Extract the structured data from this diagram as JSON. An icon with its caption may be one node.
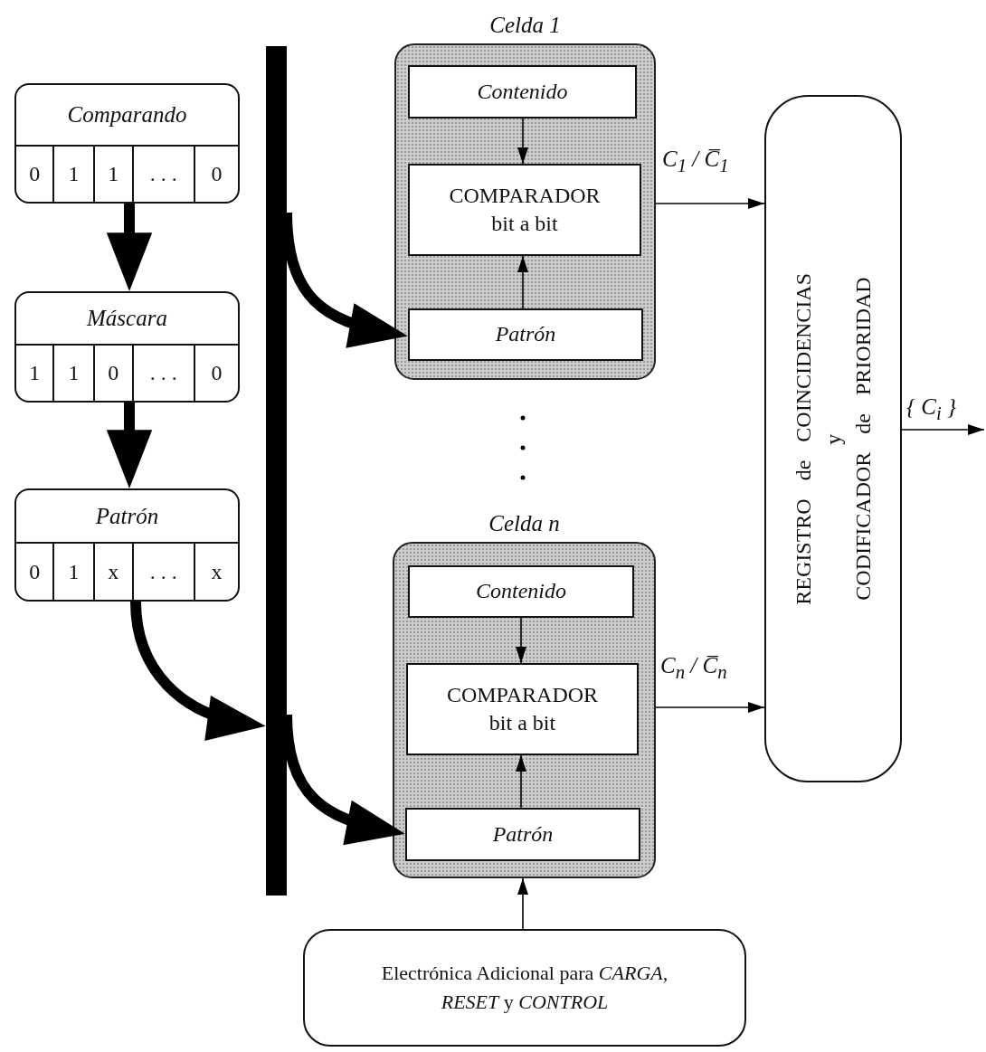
{
  "diagram": {
    "nodes": [
      {
        "text": [
          "Comparando",
          "0",
          "1",
          "1",
          ". . .",
          "0"
        ]
      },
      {
        "text": [
          "Máscara",
          "1",
          "1",
          "0",
          ". . .",
          "0"
        ]
      },
      {
        "text": [
          "Patrón",
          "0",
          "1",
          "x",
          ". . .",
          "x"
        ]
      },
      {
        "text": [],
        "shape": "bar"
      },
      {
        "text": [
          "Celda 1"
        ]
      },
      {
        "text": [
          "Contenido"
        ],
        "in": 4
      },
      {
        "text": [
          "COMPARADOR bit a bit"
        ],
        "in": 4
      },
      {
        "text": [
          "Patrón"
        ],
        "in": 4
      },
      {
        "text": [
          "Celda n"
        ]
      },
      {
        "text": [
          "Contenido"
        ],
        "in": 8
      },
      {
        "text": [
          "COMPARADOR bit a bit"
        ],
        "in": 8
      },
      {
        "text": [
          "Patrón"
        ],
        "in": 8
      },
      {
        "text": [
          "REGISTRO de COINCIDENCIAS",
          "y",
          "CODIFICADOR de PRIORIDAD"
        ]
      },
      {
        "text": [
          "Electrónica Adicional para *CARGA, RESET* y *CONTROL*"
        ]
      }
    ],
    "edges": [
      {
        "from": 0,
        "to": 1,
        "arrow": "to",
        "style": "thick"
      },
      {
        "from": 1,
        "to": 2,
        "arrow": "to",
        "style": "thick"
      },
      {
        "from": 2,
        "to": 3,
        "arrow": "to",
        "style": "thick"
      },
      {
        "from": 3,
        "to": 7,
        "arrow": "to",
        "style": "thick"
      },
      {
        "from": 3,
        "to": 11,
        "arrow": "to",
        "style": "thick"
      },
      {
        "from": 5,
        "to": 6,
        "arrow": "to"
      },
      {
        "from": 7,
        "to": 6,
        "arrow": "to"
      },
      {
        "from": 9,
        "to": 10,
        "arrow": "to"
      },
      {
        "from": 11,
        "to": 10,
        "arrow": "to"
      },
      {
        "from": 6,
        "to": 12,
        "arrow": "to",
        "label": "C$_{1}$ / C̅$_{1}$"
      },
      {
        "from": 10,
        "to": 12,
        "arrow": "to",
        "label": "C$_{n}$ / C̅$_{n}$"
      },
      {
        "from": 12,
        "to": null,
        "arrow": "to",
        "label": "{ C$_{i}$ }"
      },
      {
        "from": 13,
        "to": 8,
        "arrow": "to"
      }
    ]
  }
}
